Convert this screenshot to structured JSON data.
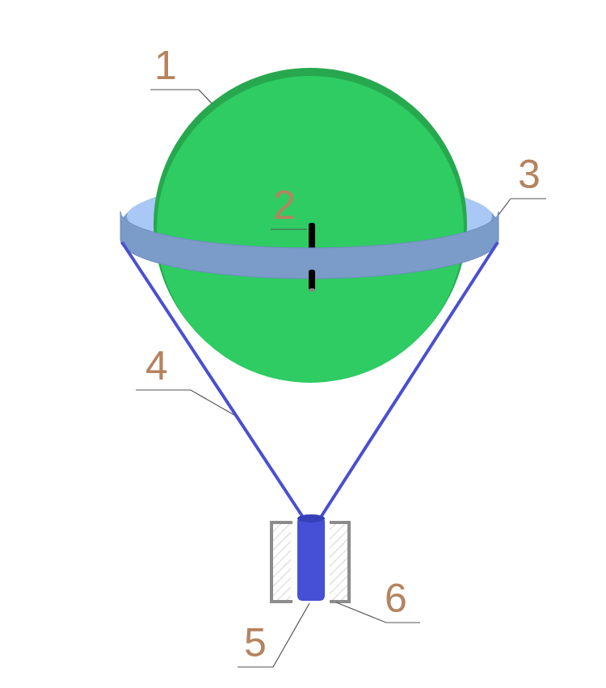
{
  "diagram": {
    "labels": [
      "1",
      "2",
      "3",
      "4",
      "5",
      "6"
    ]
  }
}
